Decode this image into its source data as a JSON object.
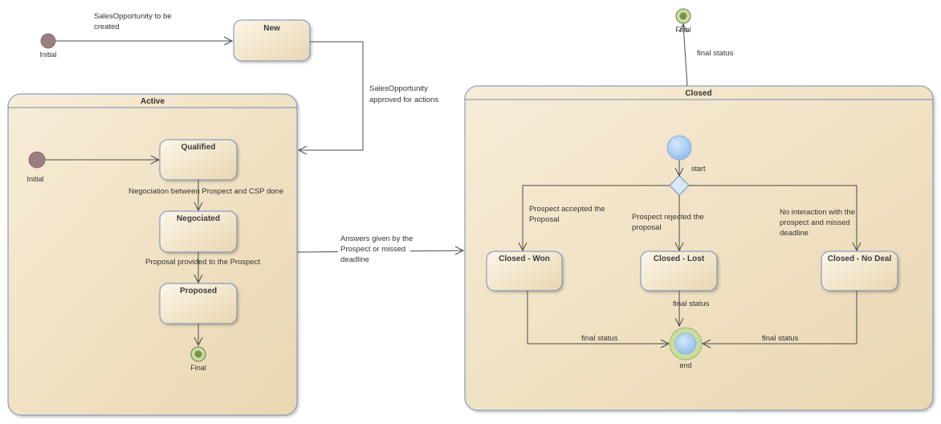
{
  "states": {
    "new": "New",
    "active": "Active",
    "closed": "Closed",
    "qualified": "Qualified",
    "negociated": "Negociated",
    "proposed": "Proposed",
    "won": "Closed - Won",
    "lost": "Closed - Lost",
    "nodeal": "Closed - No Deal"
  },
  "pseudostates": {
    "initial_top": "Initial",
    "initial_active": "Initial",
    "final_active": "Final",
    "final_top": "Final",
    "start": "start",
    "end": "end"
  },
  "transitions": {
    "to_new": [
      "SalesOpportunity to be",
      "created"
    ],
    "approved": [
      "SalesOpportunity",
      "approved for actions"
    ],
    "negociation": "Negociation between Prospect and CSP done",
    "proposal": "Proposal provided to the Prospect",
    "answers": [
      "Answers given by the",
      "Prospect or missed",
      "deadline"
    ],
    "accepted": [
      "Prospect accepted the",
      "Proposal"
    ],
    "rejected": [
      "Prospect rejected the",
      "proposal"
    ],
    "no_interaction": [
      "No interaction with the",
      "prospect and missed",
      "deadline"
    ],
    "final_status_won": "final status",
    "final_status_lost": "final status",
    "final_status_nodeal": "final status",
    "final_status_top": "final status"
  },
  "colors": {
    "state_fill_light": "#fbf3e3",
    "state_fill_dark": "#ead8b4",
    "state_border": "#6f8fb8",
    "initial_node": "#9b7f7f",
    "final_ring": "#c9dd9e",
    "blue_node": "#a9cdf3",
    "edge": "#4a4a4a"
  }
}
